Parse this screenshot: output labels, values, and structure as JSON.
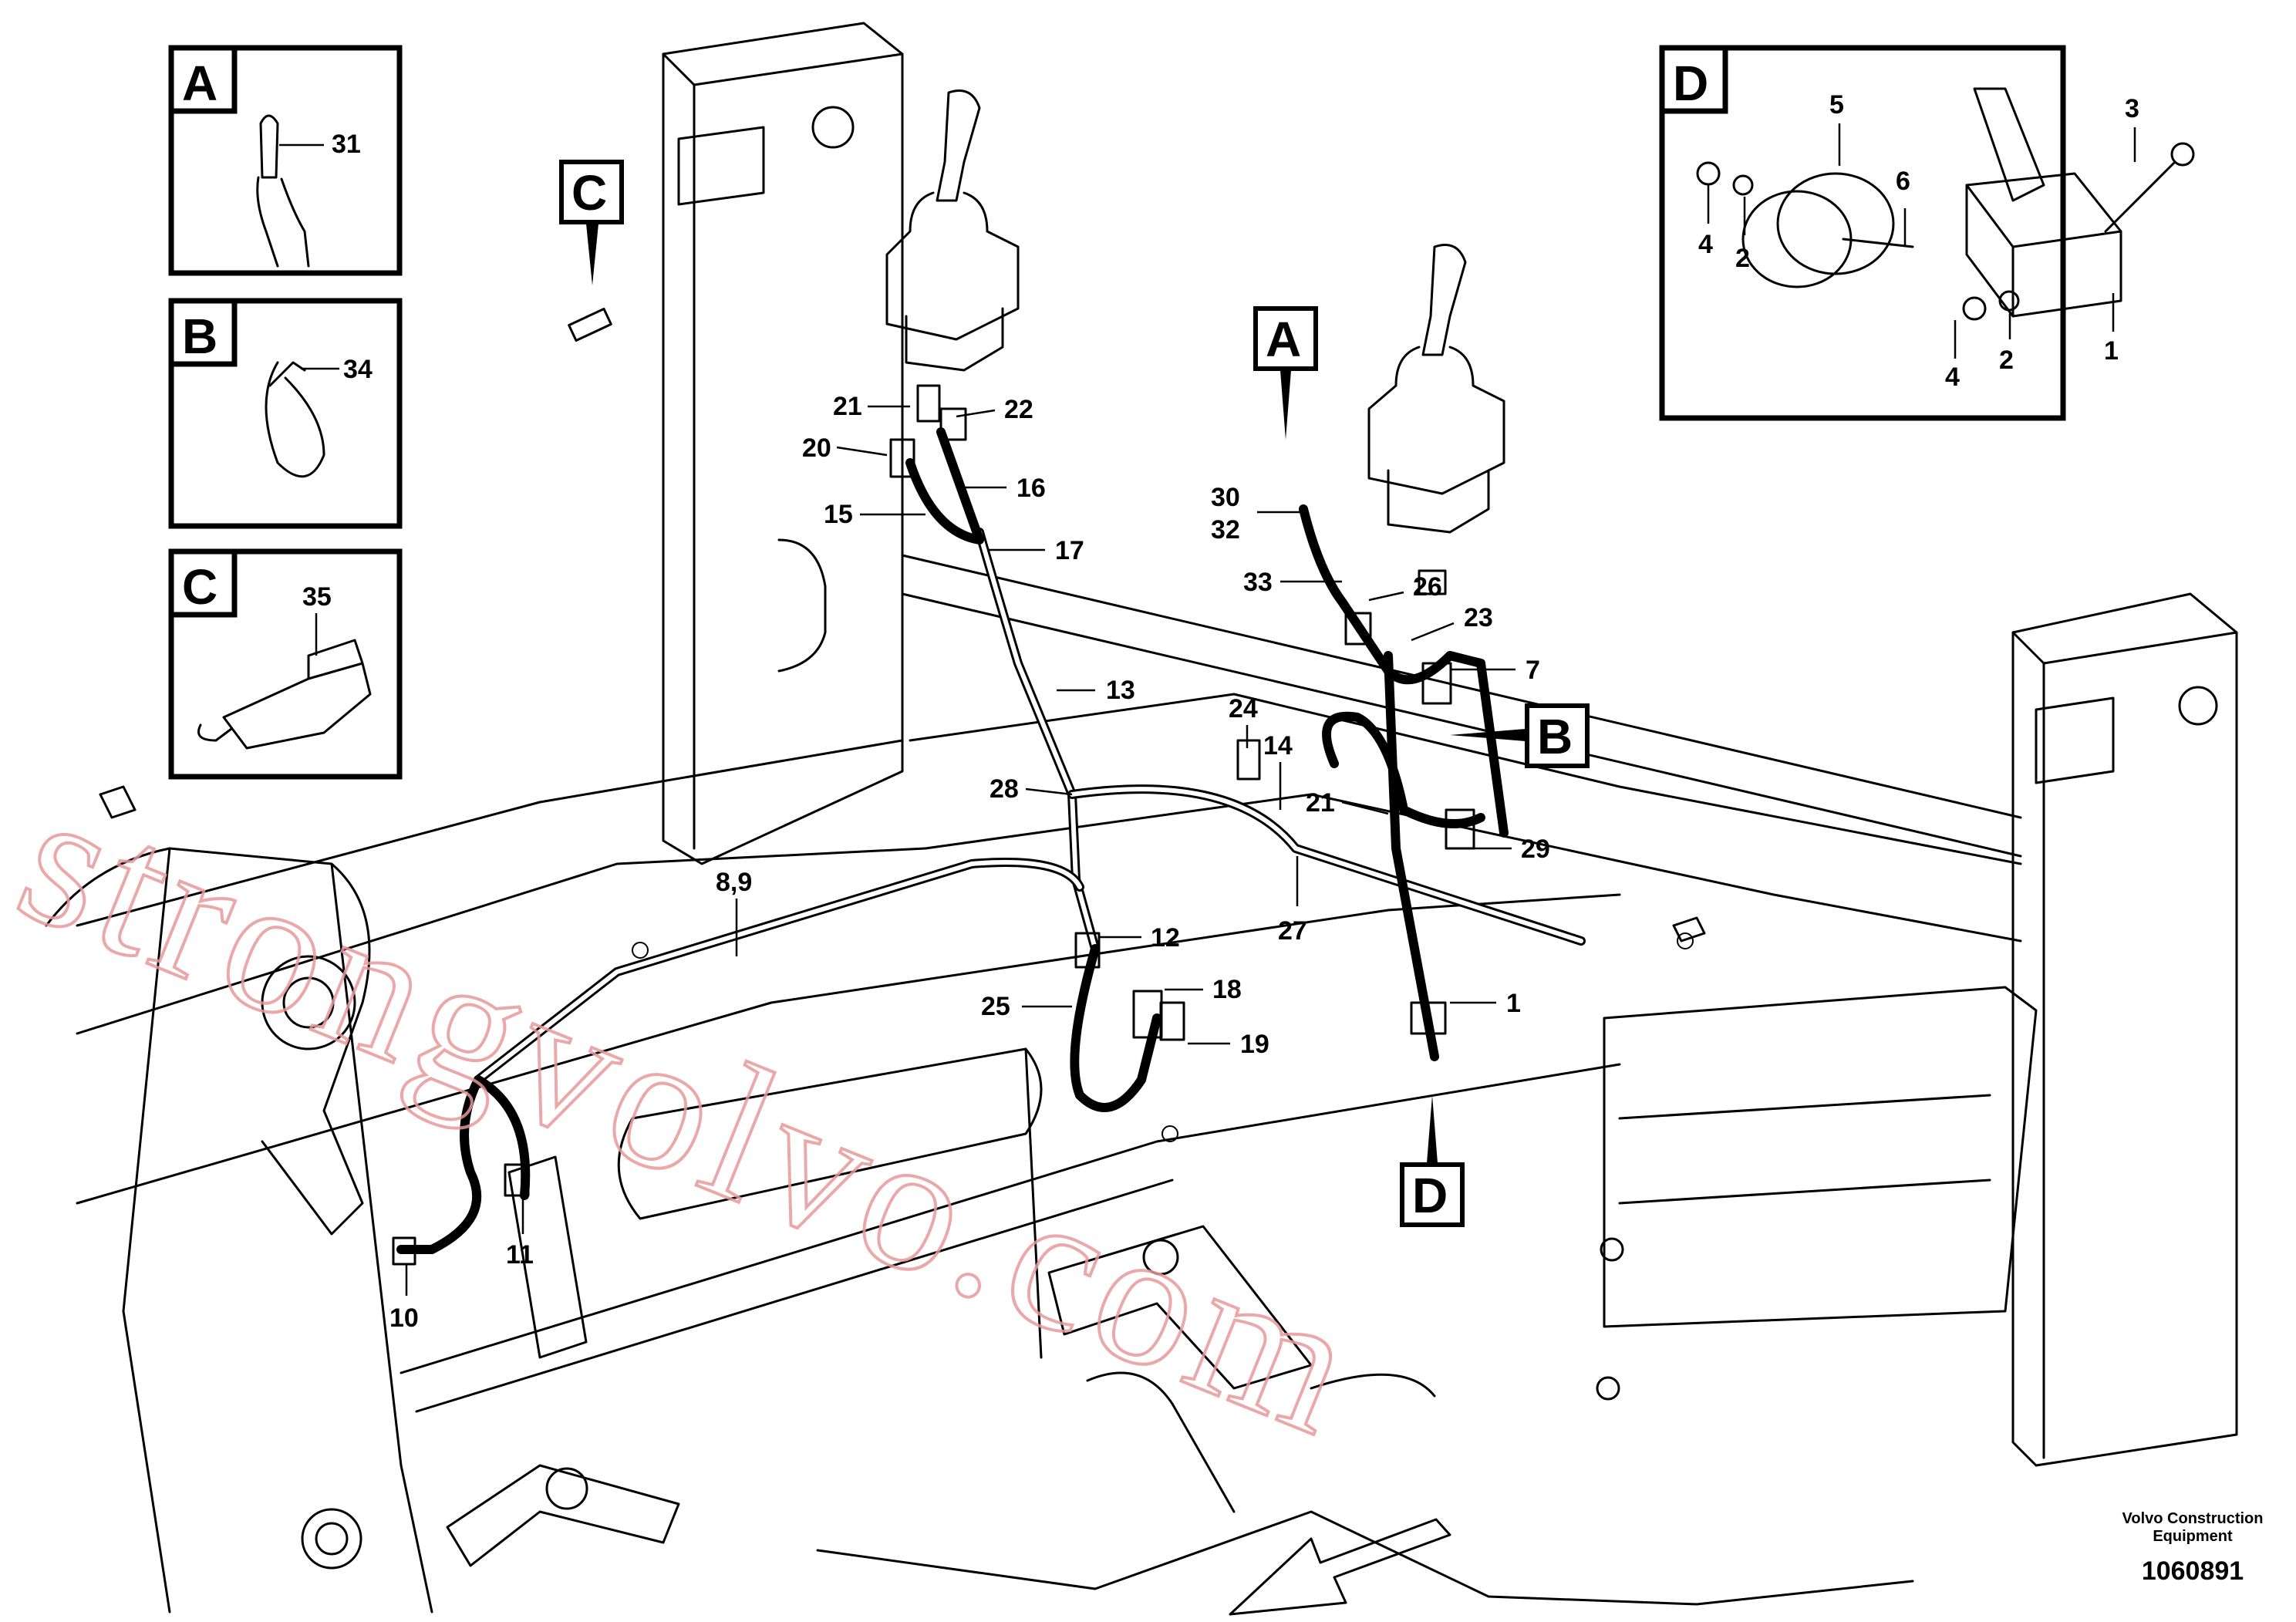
{
  "detail_boxes": [
    {
      "letter": "A",
      "part_label": "31"
    },
    {
      "letter": "B",
      "part_label": "34"
    },
    {
      "letter": "C",
      "part_label": "35"
    },
    {
      "letter": "D",
      "part_labels": [
        "5",
        "3",
        "4",
        "2",
        "6",
        "1",
        "2",
        "4"
      ]
    }
  ],
  "view_markers": [
    "C",
    "A",
    "B",
    "D"
  ],
  "callouts": [
    "21",
    "22",
    "20",
    "16",
    "15",
    "17",
    "13",
    "28",
    "8,9",
    "12",
    "25",
    "18",
    "19",
    "10",
    "11",
    "24",
    "14",
    "27",
    "30",
    "32",
    "33",
    "26",
    "23",
    "7",
    "21",
    "29",
    "1"
  ],
  "watermark": "strongvolvo.com",
  "brand": {
    "line1": "Volvo Construction",
    "line2": "Equipment"
  },
  "doc_id": "1060891"
}
